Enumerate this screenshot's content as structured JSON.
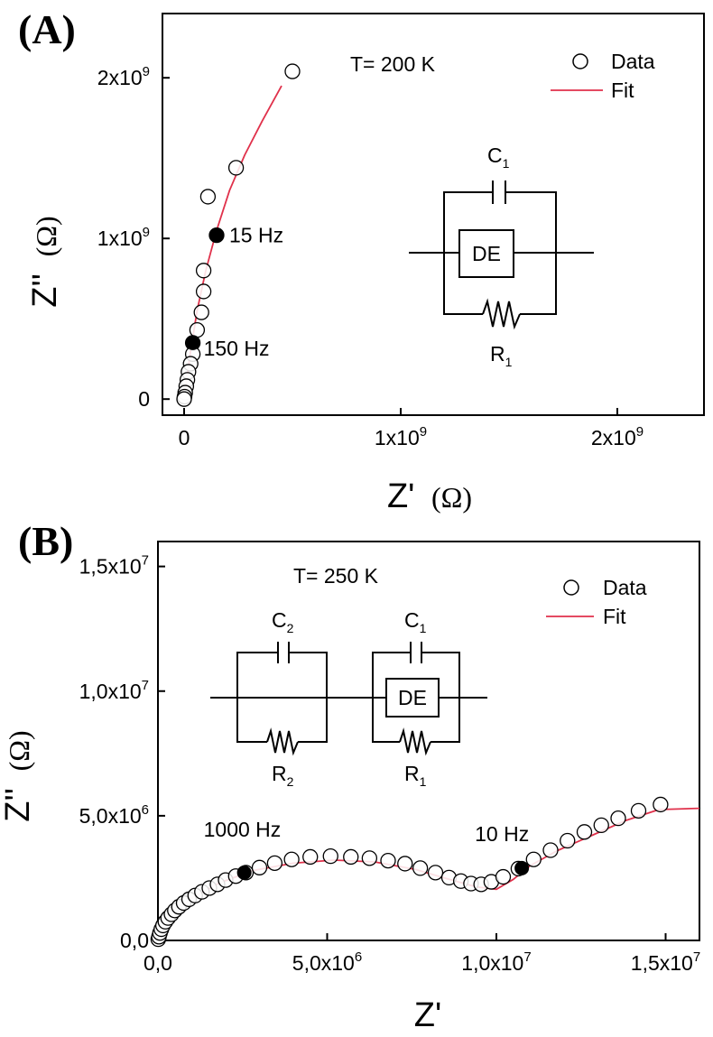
{
  "chart_data": [
    {
      "type": "scatter",
      "panel_label": "(A)",
      "annotation": "T= 200 K",
      "xlabel": "Z'",
      "xlabel_unit": "(Ω)",
      "ylabel": "Z''",
      "ylabel_unit": "(Ω)",
      "xlim": [
        -100000000.0,
        2400000000.0
      ],
      "ylim": [
        -100000000.0,
        2400000000.0
      ],
      "x_ticks": [
        {
          "value": 0,
          "label": "0"
        },
        {
          "value": 1000000000.0,
          "label": "1x10",
          "exp": "9"
        },
        {
          "value": 2000000000.0,
          "label": "2x10",
          "exp": "9"
        }
      ],
      "y_ticks": [
        {
          "value": 0,
          "label": "0"
        },
        {
          "value": 1000000000.0,
          "label": "1x10",
          "exp": "9"
        },
        {
          "value": 2000000000.0,
          "label": "2x10",
          "exp": "9"
        }
      ],
      "legend": {
        "placement": "top-right",
        "data_label": "Data",
        "fit_label": "Fit"
      },
      "series": [
        {
          "name": "Data",
          "style": "open-circle",
          "points": [
            [
              500000000.0,
              2040000000.0
            ],
            [
              240000000.0,
              1440000000.0
            ],
            [
              110000000.0,
              1260000000.0
            ],
            [
              150000000.0,
              1020000000.0
            ],
            [
              90000000.0,
              800000000.0
            ],
            [
              90000000.0,
              670000000.0
            ],
            [
              80000000.0,
              540000000.0
            ],
            [
              60000000.0,
              430000000.0
            ],
            [
              40000000.0,
              350000000.0
            ],
            [
              40000000.0,
              280000000.0
            ],
            [
              30000000.0,
              220000000.0
            ],
            [
              20000000.0,
              170000000.0
            ],
            [
              15000000.0,
              120000000.0
            ],
            [
              10000000.0,
              80000000.0
            ],
            [
              5000000.0,
              40000000.0
            ],
            [
              2000000.0,
              15000000.0
            ],
            [
              0,
              0
            ]
          ]
        },
        {
          "name": "Fit",
          "style": "line",
          "points": [
            [
              0,
              0
            ],
            [
              10000000.0,
              100000000.0
            ],
            [
              30000000.0,
              300000000.0
            ],
            [
              60000000.0,
              550000000.0
            ],
            [
              100000000.0,
              800000000.0
            ],
            [
              150000000.0,
              1050000000.0
            ],
            [
              210000000.0,
              1300000000.0
            ],
            [
              280000000.0,
              1520000000.0
            ],
            [
              360000000.0,
              1730000000.0
            ],
            [
              450000000.0,
              1950000000.0
            ]
          ]
        }
      ],
      "highlights": [
        {
          "x": 150000000.0,
          "y": 1020000000.0,
          "label": "15 Hz"
        },
        {
          "x": 40000000.0,
          "y": 350000000.0,
          "label": "150 Hz"
        }
      ],
      "circuit": {
        "c1_label": "C",
        "c1_sub": "1",
        "de_label": "DE",
        "r1_label": "R",
        "r1_sub": "1"
      }
    },
    {
      "type": "scatter",
      "panel_label": "(B)",
      "annotation": "T= 250 K",
      "xlabel": "Z'",
      "ylabel": "Z''",
      "ylabel_unit": "(Ω)",
      "xlim": [
        0,
        16000000.0
      ],
      "ylim": [
        0,
        16000000.0
      ],
      "x_ticks": [
        {
          "value": 0,
          "label": "0,0"
        },
        {
          "value": 5000000.0,
          "label": "5,0x10",
          "exp": "6"
        },
        {
          "value": 10000000.0,
          "label": "1,0x10",
          "exp": "7"
        },
        {
          "value": 15000000.0,
          "label": "1,5x10",
          "exp": "7"
        }
      ],
      "y_ticks": [
        {
          "value": 0,
          "label": "0,0"
        },
        {
          "value": 5000000.0,
          "label": "5,0x10",
          "exp": "6"
        },
        {
          "value": 10000000.0,
          "label": "1,0x10",
          "exp": "7"
        },
        {
          "value": 15000000.0,
          "label": "1,5x10",
          "exp": "7"
        }
      ],
      "legend": {
        "placement": "top-right",
        "data_label": "Data",
        "fit_label": "Fit"
      },
      "series": [
        {
          "name": "Data",
          "style": "open-circle",
          "points": [
            [
              10000.0,
              50000.0
            ],
            [
              30000.0,
              150000.0
            ],
            [
              60000.0,
              300000.0
            ],
            [
              100000.0,
              450000.0
            ],
            [
              150000.0,
              600000.0
            ],
            [
              220000.0,
              750000.0
            ],
            [
              300000.0,
              900000.0
            ],
            [
              400000.0,
              1050000.0
            ],
            [
              500000.0,
              1200000.0
            ],
            [
              620000.0,
              1350000.0
            ],
            [
              760000.0,
              1500000.0
            ],
            [
              920000.0,
              1650000.0
            ],
            [
              1100000.0,
              1800000.0
            ],
            [
              1300000.0,
              1950000.0
            ],
            [
              1520000.0,
              2100000.0
            ],
            [
              1760000.0,
              2250000.0
            ],
            [
              2000000.0,
              2420000.0
            ],
            [
              2300000.0,
              2580000.0
            ],
            [
              2600000.0,
              2720000.0
            ],
            [
              3000000.0,
              2920000.0
            ],
            [
              3450000.0,
              3100000.0
            ],
            [
              3950000.0,
              3250000.0
            ],
            [
              4500000.0,
              3350000.0
            ],
            [
              5100000.0,
              3380000.0
            ],
            [
              5700000.0,
              3350000.0
            ],
            [
              6250000.0,
              3300000.0
            ],
            [
              6800000.0,
              3200000.0
            ],
            [
              7300000.0,
              3080000.0
            ],
            [
              7750000.0,
              2900000.0
            ],
            [
              8200000.0,
              2720000.0
            ],
            [
              8600000.0,
              2520000.0
            ],
            [
              8950000.0,
              2380000.0
            ],
            [
              9250000.0,
              2280000.0
            ],
            [
              9550000.0,
              2250000.0
            ],
            [
              9850000.0,
              2350000.0
            ],
            [
              10200000.0,
              2550000.0
            ],
            [
              10650000.0,
              2880000.0
            ],
            [
              11100000.0,
              3250000.0
            ],
            [
              11600000.0,
              3620000.0
            ],
            [
              12100000.0,
              4000000.0
            ],
            [
              12600000.0,
              4350000.0
            ],
            [
              13100000.0,
              4620000.0
            ],
            [
              13600000.0,
              4900000.0
            ],
            [
              14200000.0,
              5200000.0
            ],
            [
              14850000.0,
              5450000.0
            ]
          ]
        },
        {
          "name": "Fit",
          "style": "line",
          "points": [
            [
              0,
              0
            ],
            [
              200000.0,
              600000.0
            ],
            [
              500000.0,
              1100000.0
            ],
            [
              1000000.0,
              1700000.0
            ],
            [
              1800000.0,
              2300000.0
            ],
            [
              2800000.0,
              2800000.0
            ],
            [
              4000000.0,
              3100000.0
            ],
            [
              5200000.0,
              3220000.0
            ],
            [
              6400000.0,
              3150000.0
            ],
            [
              7600000.0,
              2850000.0
            ],
            [
              8600000.0,
              2450000.0
            ],
            [
              9400000.0,
              2150000.0
            ],
            [
              10000000.0,
              2050000.0
            ],
            [
              10500000.0,
              2450000.0
            ],
            [
              11000000.0,
              3000000.0
            ],
            [
              11800000.0,
              3600000.0
            ],
            [
              12800000.0,
              4200000.0
            ],
            [
              13800000.0,
              4800000.0
            ],
            [
              14800000.0,
              5250000.0
            ],
            [
              16000000.0,
              5300000.0
            ]
          ]
        }
      ],
      "highlights": [
        {
          "x": 2550000.0,
          "y": 2720000.0,
          "label": "1000 Hz"
        },
        {
          "x": 10750000.0,
          "y": 2900000.0,
          "label": "10 Hz"
        }
      ],
      "circuit": {
        "c2_label": "C",
        "c2_sub": "2",
        "r2_label": "R",
        "r2_sub": "2",
        "c1_label": "C",
        "c1_sub": "1",
        "de_label": "DE",
        "r1_label": "R",
        "r1_sub": "1"
      }
    }
  ],
  "colors": {
    "fit_line": "#e0314b",
    "axis": "#000000",
    "marker_fill": "#ffffff",
    "highlight": "#000000"
  }
}
